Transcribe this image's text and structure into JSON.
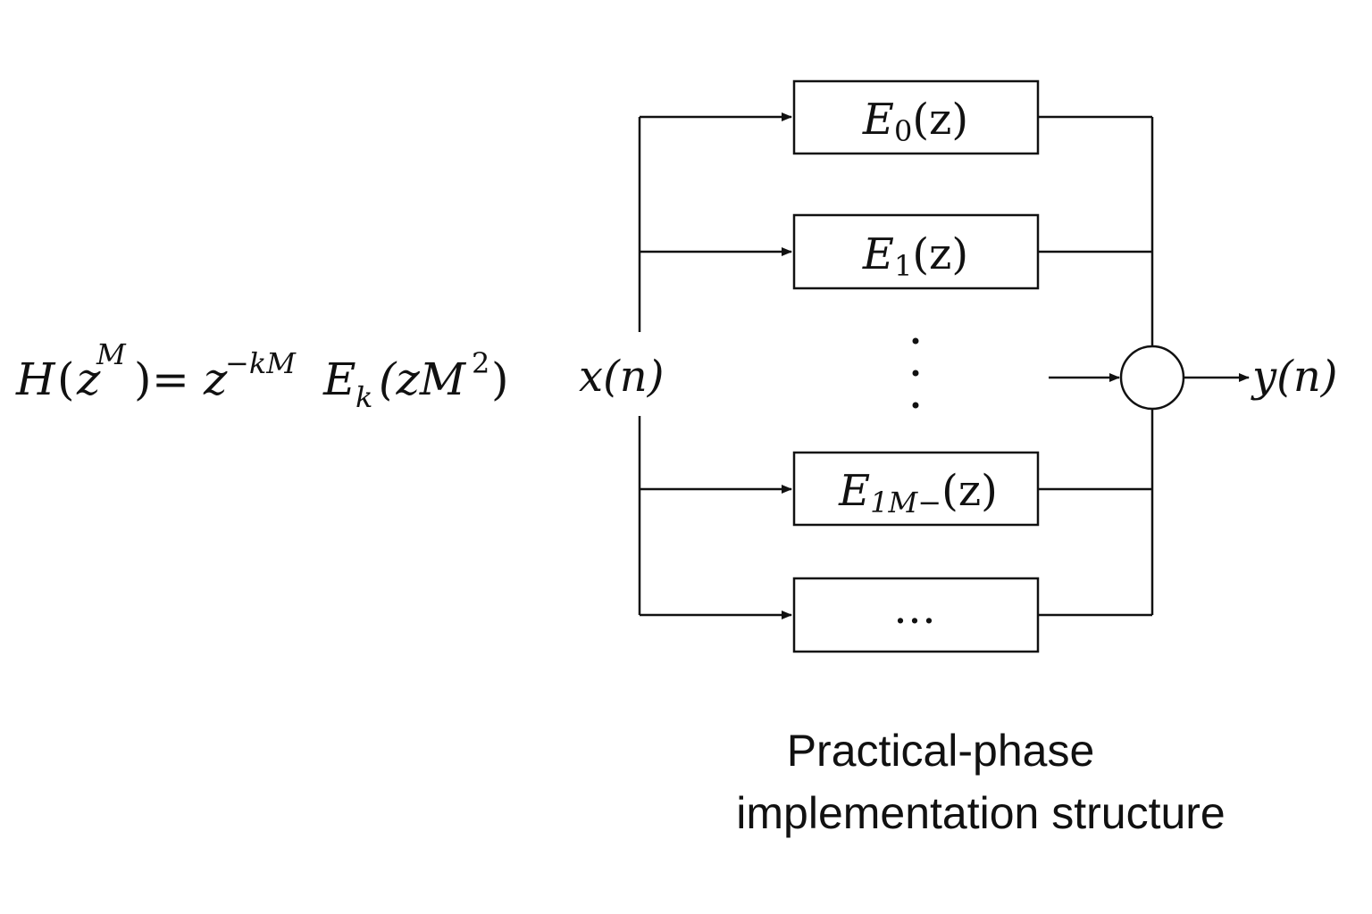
{
  "equation": {
    "H": "H",
    "open1": "(",
    "z1": "z",
    "sup1": "M",
    "close1": ")",
    "eq": "=",
    "z2": "z",
    "sup2": "−kM",
    "E": "E",
    "sub_k": "k",
    "arg": "(zM",
    "sup3": "2",
    "close2": ")"
  },
  "input_label": "x(n)",
  "output_label": "y(n)",
  "branches": [
    {
      "base": "E",
      "sub": "0",
      "arg": "(z)"
    },
    {
      "base": "E",
      "sub": "1",
      "arg": "(z)"
    },
    {
      "base": "E",
      "sub": "1M−",
      "arg": "(z)"
    },
    {
      "base": "",
      "sub": "",
      "arg": "…"
    }
  ],
  "vertical_dots": "⋮",
  "caption": {
    "line1": "Practical-phase",
    "line2": "implementation structure"
  }
}
